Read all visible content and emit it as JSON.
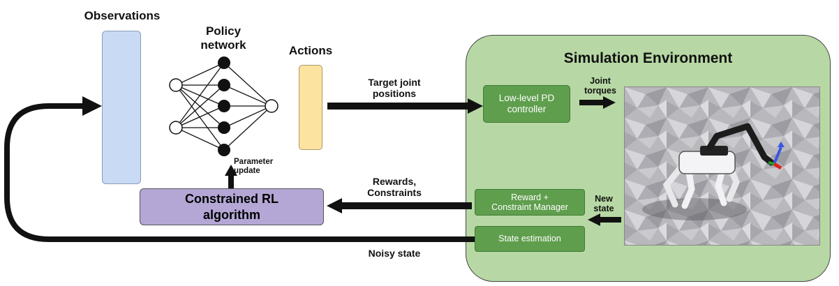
{
  "labels": {
    "observations": "Observations",
    "policy_network": "Policy\nnetwork",
    "actions": "Actions",
    "target_joint_positions": "Target joint\npositions",
    "parameter_update": "Parameter\nupdate",
    "rewards_constraints": "Rewards,\nConstraints",
    "noisy_state": "Noisy state",
    "joint_torques": "Joint\ntorques",
    "new_state": "New\nstate"
  },
  "blocks": {
    "simulation_environment": "Simulation Environment",
    "pd_controller": "Low-level PD\ncontroller",
    "constrained_rl": "Constrained RL\nalgorithm",
    "reward_manager": "Reward  +\nConstraint Manager",
    "state_estimation": "State estimation"
  },
  "colors": {
    "observations_fill": "#c9daf5",
    "actions_fill": "#fde3a0",
    "rl_fill": "#b4a7d6",
    "sim_fill": "#b7d8a4",
    "block_fill": "#5f9e4d"
  }
}
